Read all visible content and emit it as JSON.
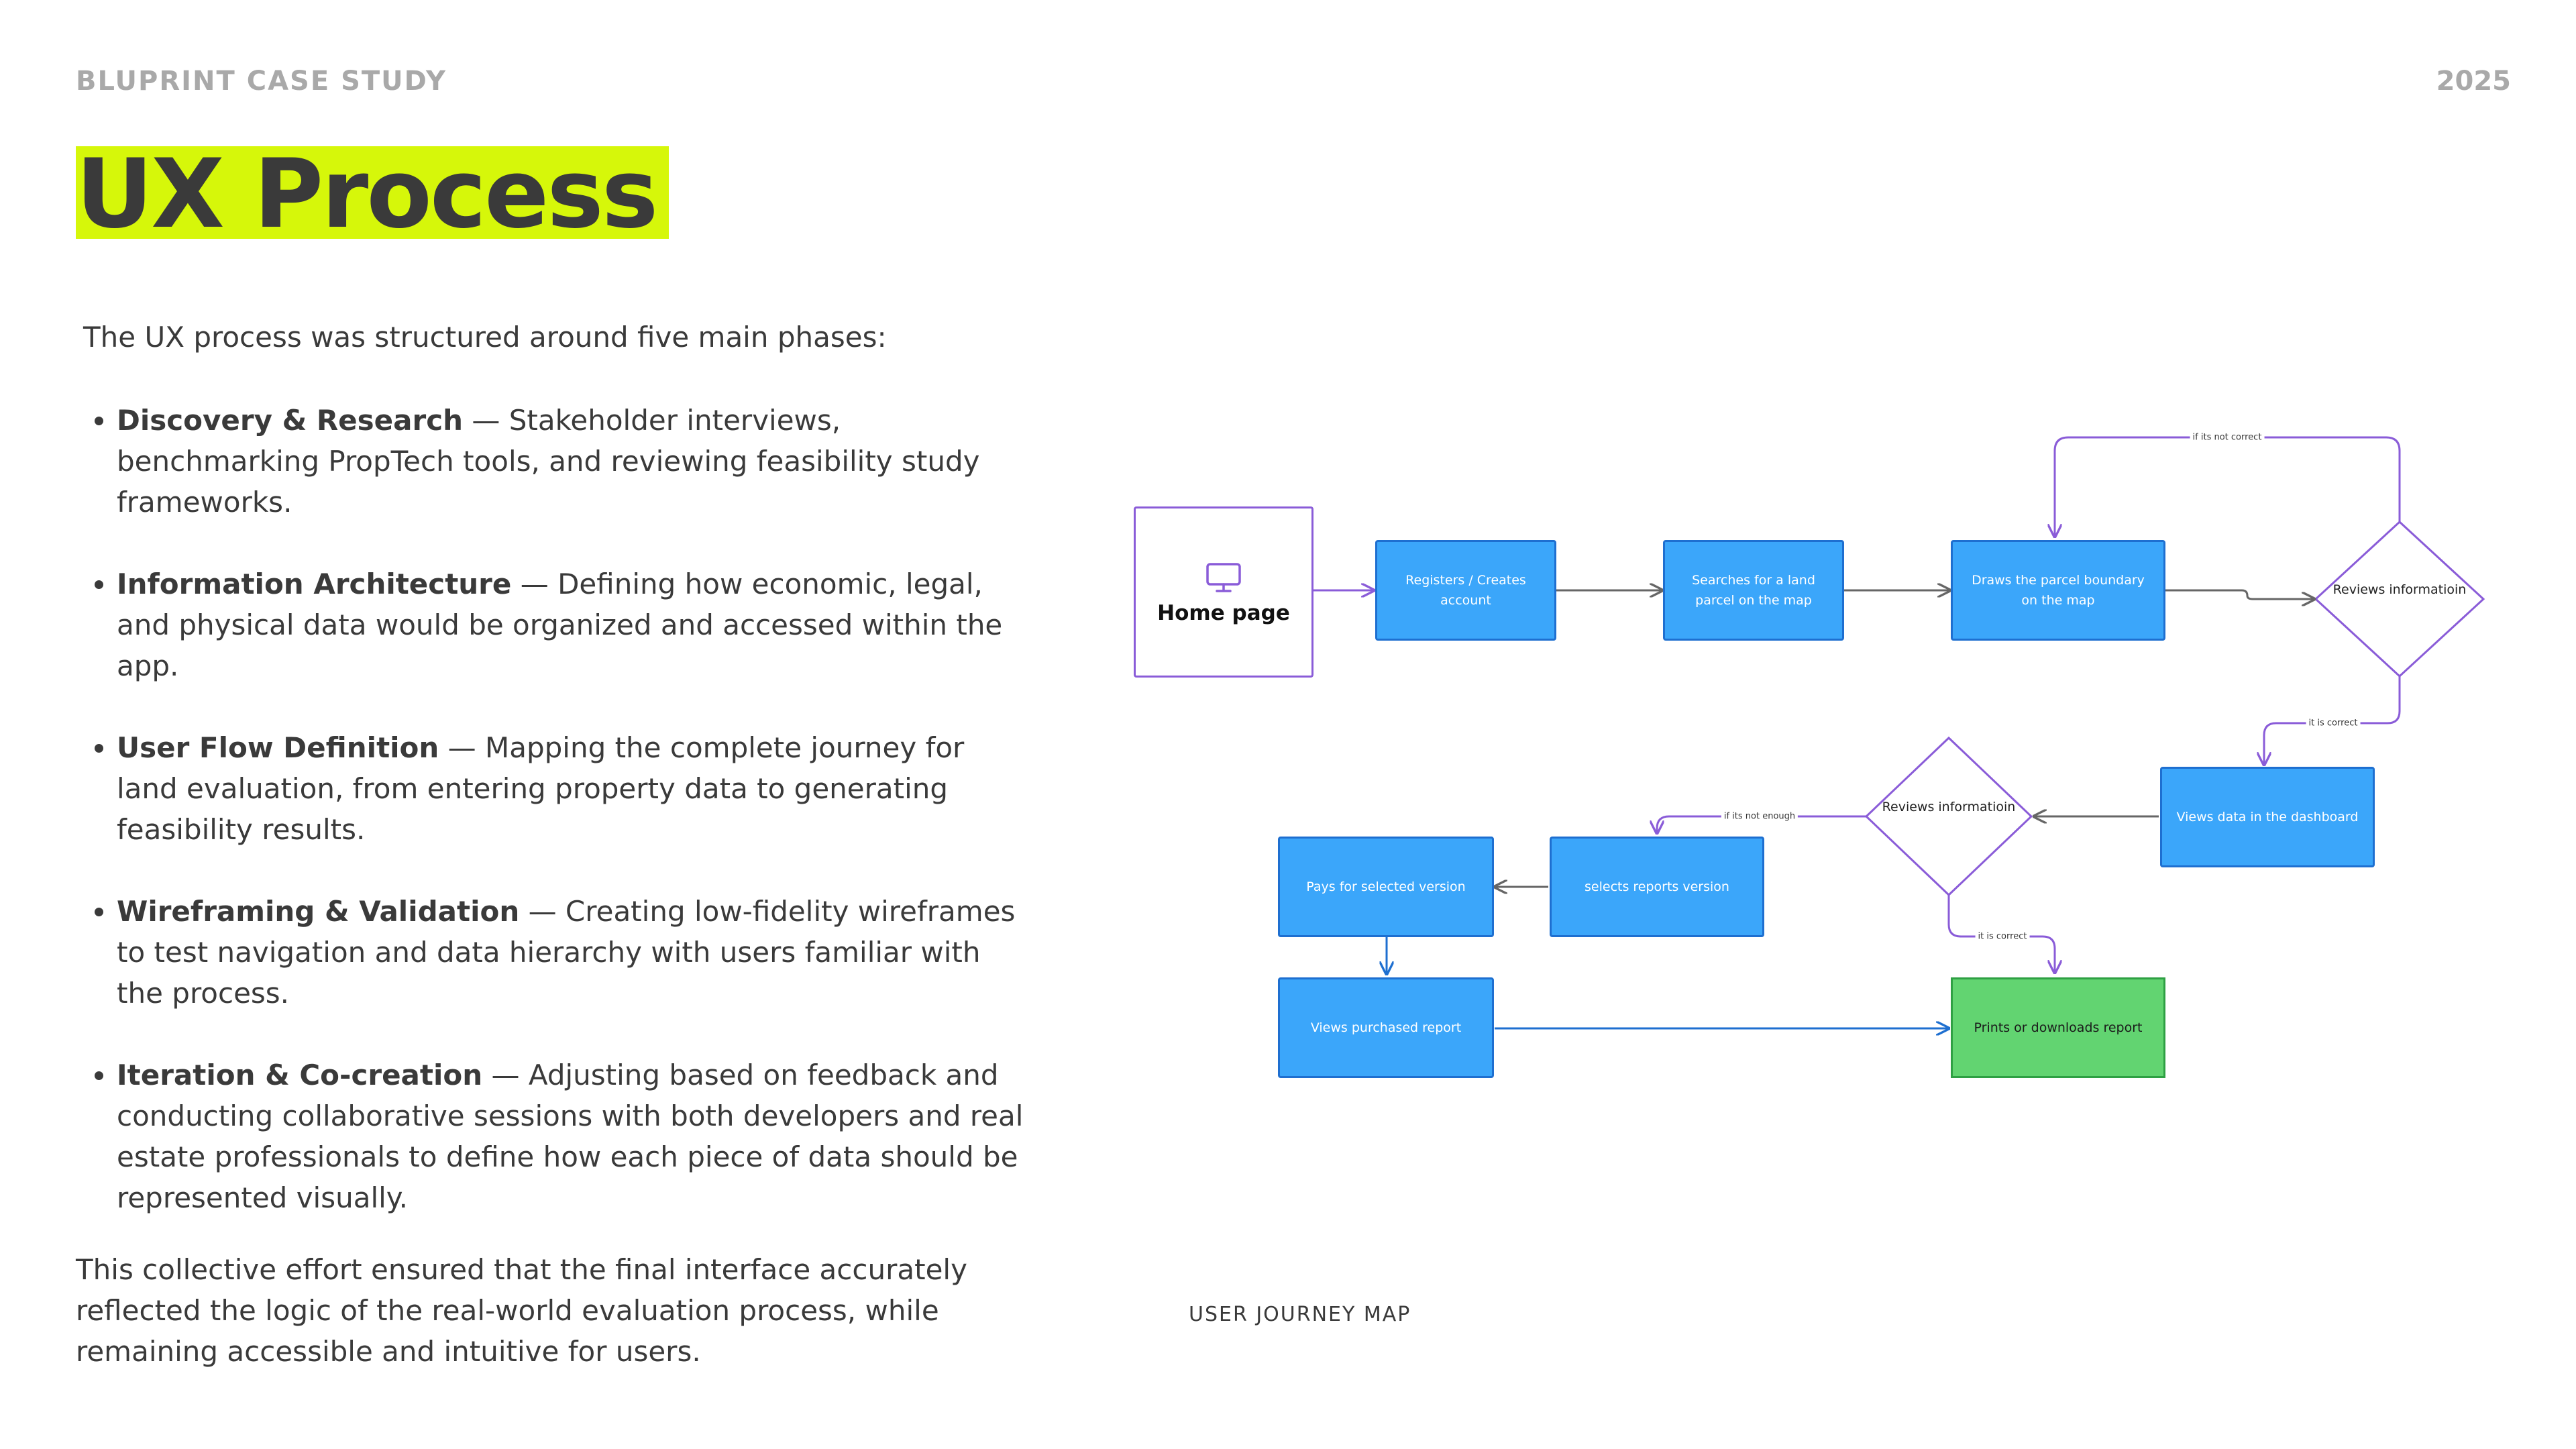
{
  "header": {
    "brand": "BLUPRINT CASE STUDY",
    "year": "2025"
  },
  "title": "UX Process",
  "intro": "The UX process was structured around five main phases:",
  "phases": [
    {
      "name": "Discovery & Research",
      "desc": " — Stakeholder interviews, benchmarking PropTech tools, and reviewing feasibility study frameworks."
    },
    {
      "name": "Information Architecture",
      "desc": " — Defining how economic, legal, and physical data would be organized and accessed within the app."
    },
    {
      "name": "User Flow Definition",
      "desc": " — Mapping the complete journey for land evaluation, from entering property data to generating feasibility results."
    },
    {
      "name": "Wireframing & Validation",
      "desc": " — Creating low-fidelity wireframes to test navigation and data hierarchy with users familiar with the process."
    },
    {
      "name": "Iteration & Co-creation",
      "desc": " — Adjusting based on feedback and conducting collaborative sessions with both developers and real estate professionals to define how each piece of data should be represented visually."
    }
  ],
  "outro": "This collective effort ensured that the final interface accurately reflected the logic of the real-world evaluation process, while remaining accessible and intuitive for users.",
  "diagram": {
    "caption": "USER JOURNEY MAP",
    "home": {
      "label": "Home page",
      "icon": "monitor-icon"
    },
    "nodes": {
      "register": "Registers / Creates account",
      "search": "Searches for a land parcel on the map",
      "draw": "Draws the parcel boundary on the map",
      "review1": "Reviews informatioin",
      "dashboard": "Views data in the dashboard",
      "review2": "Reviews informatioin",
      "select": "selects reports version",
      "pay": "Pays for selected version",
      "purchased": "Views purchased report",
      "print": "Prints or downloads report"
    },
    "edge_labels": {
      "not_correct": "if its not correct",
      "is_correct_1": "it is correct",
      "not_enough": "if its not enough",
      "is_correct_2": "it is correct"
    },
    "colors": {
      "box": "#3ba6fa",
      "box_border": "#1e6fd0",
      "decision": "#8a5cd8",
      "final": "#62d471",
      "connector": "#666666",
      "accent": "#d6f70a"
    }
  }
}
